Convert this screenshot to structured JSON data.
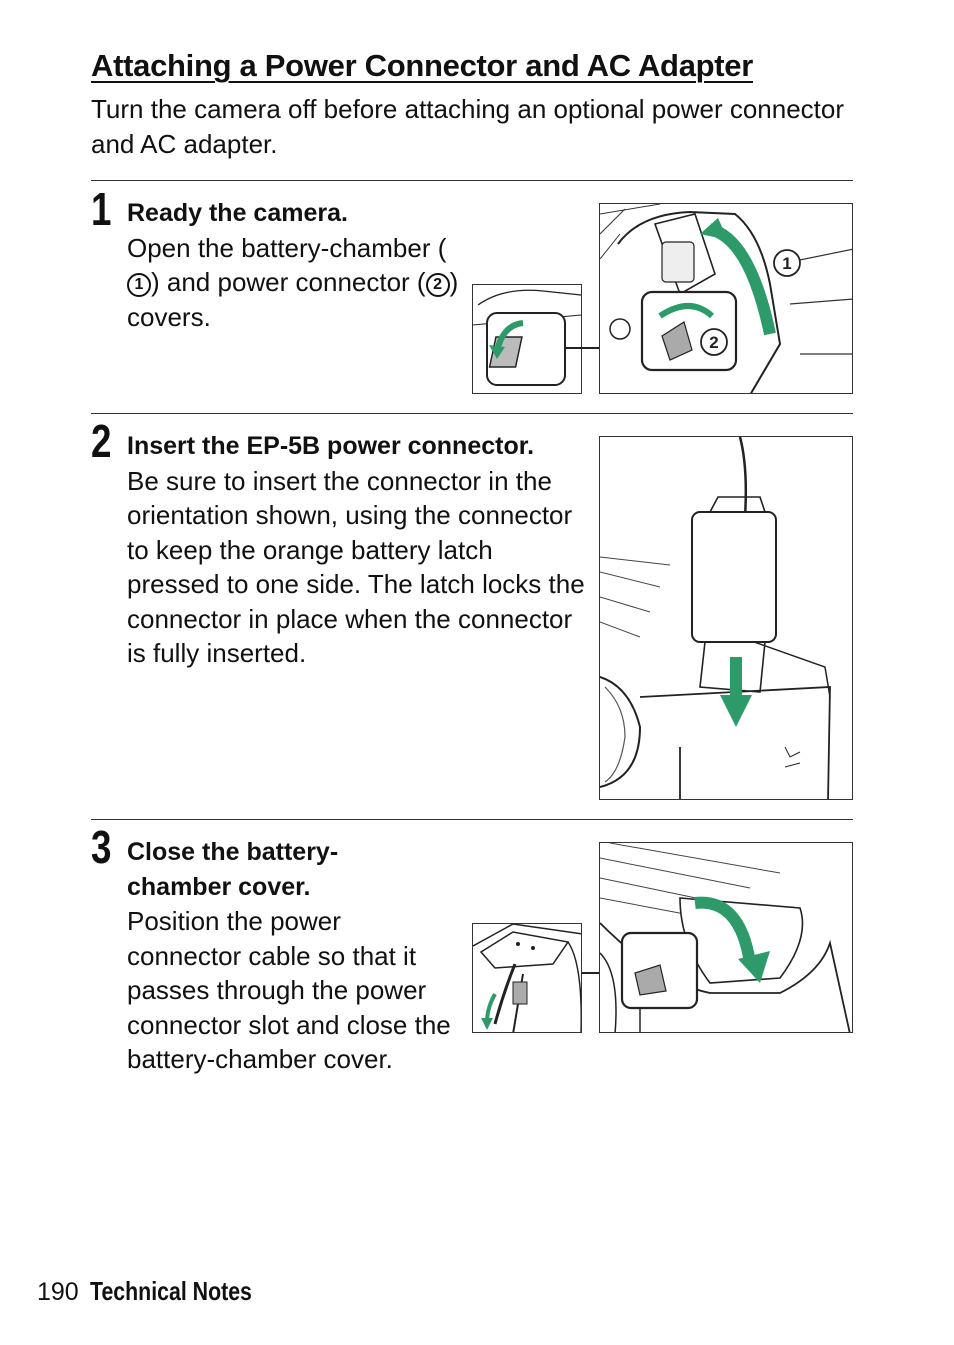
{
  "page": {
    "title": "Attaching a Power Connector and AC Adapter",
    "intro": "Turn the camera off before attaching an optional power connector and AC adapter."
  },
  "steps": [
    {
      "number": "1",
      "title": "Ready the camera.",
      "body_parts": [
        "Open the battery-chamber (",
        "1",
        ") and power connector (",
        "2",
        ") covers."
      ],
      "callouts": [
        "1",
        "2"
      ]
    },
    {
      "number": "2",
      "title": "Insert the EP-5B power connector.",
      "body": "Be sure to insert the connector in the orientation shown, using the connector to keep the orange battery latch pressed to one side.  The latch locks the connector in place when the connector is fully inserted."
    },
    {
      "number": "3",
      "title": "Close the battery-chamber cover.",
      "body": "Position the power connector cable so that it passes through the power connector slot and close the battery-chamber cover."
    }
  ],
  "colors": {
    "arrow": "#2e9a6a",
    "line": "#222222"
  },
  "footer": {
    "page_number": "190",
    "section": "Technical Notes"
  }
}
